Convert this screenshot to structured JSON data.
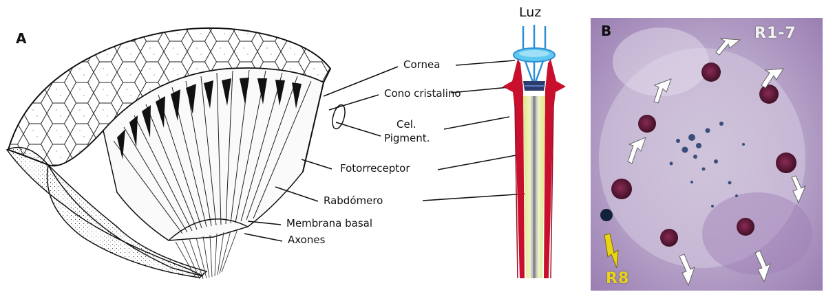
{
  "panel_a": {
    "letter": "A",
    "light_label": "Luz",
    "labels": {
      "cornea": "Cornea",
      "cono": "Cono cristalino",
      "cel": "Cel.",
      "pigment": "Pigment.",
      "fotorreceptor": "Fotorreceptor",
      "rabdomero": "Rabdómero",
      "membrana": "Membrana basal",
      "axones": "Axones"
    }
  },
  "panel_b": {
    "letter": "B",
    "r17_label": "R1-7",
    "r8_label": "R8"
  },
  "colors": {
    "light_blue": "#2f8fd6",
    "lens_cyan": "#5ec8ee",
    "pigment_red": "#c8102e",
    "rhabdomere_yellow": "#f3f6b0",
    "micro_bg": "#b49cc6",
    "nucleus": "#5a1e3c",
    "r8_yellow": "#e8d21a"
  }
}
